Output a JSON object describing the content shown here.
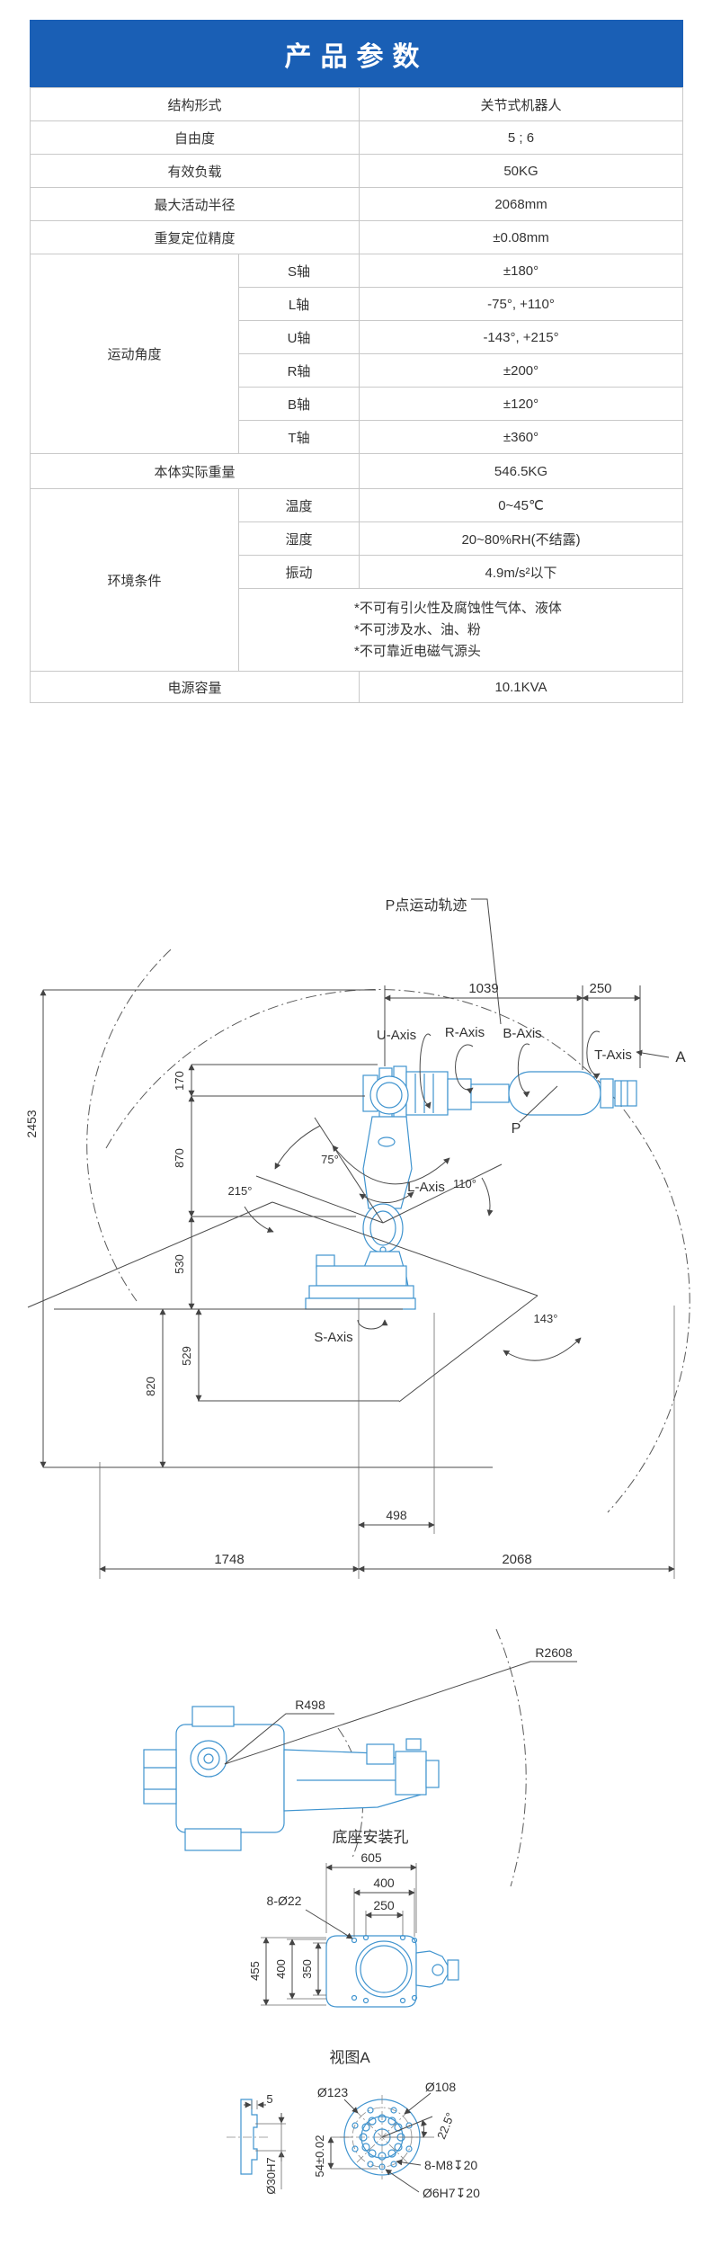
{
  "colors": {
    "header_blue": "#1a5fb5",
    "robot_blue": "#4094cf",
    "line_gray": "#4a4a4a",
    "table_border": "#c9c9c9"
  },
  "table": {
    "title": "产品参数",
    "rows": [
      {
        "label": "结构形式",
        "value": "关节式机器人"
      },
      {
        "label": "自由度",
        "value": "5 ; 6"
      },
      {
        "label": "有效负载",
        "value": "50KG"
      },
      {
        "label": "最大活动半径",
        "value": "2068mm"
      },
      {
        "label": "重复定位精度",
        "value": "±0.08mm"
      }
    ],
    "motion": {
      "label": "运动角度",
      "rows": [
        {
          "axis": "S轴",
          "value": "±180°"
        },
        {
          "axis": "L轴",
          "value": "-75°, +110°"
        },
        {
          "axis": "U轴",
          "value": "-143°, +215°"
        },
        {
          "axis": "R轴",
          "value": "±200°"
        },
        {
          "axis": "B轴",
          "value": "±120°"
        },
        {
          "axis": "T轴",
          "value": "±360°"
        }
      ]
    },
    "weight": {
      "label": "本体实际重量",
      "value": "546.5KG"
    },
    "environment": {
      "label": "环境条件",
      "rows": [
        {
          "axis": "温度",
          "value": "0~45℃"
        },
        {
          "axis": "湿度",
          "value": "20~80%RH(不结露)"
        },
        {
          "axis": "振动",
          "value": "4.9m/s²以下"
        }
      ],
      "notes": [
        "*不可有引火性及腐蚀性气体、液体",
        "*不可涉及水、油、粉",
        "*不可靠近电磁气源头"
      ]
    },
    "power": {
      "label": "电源容量",
      "value": "10.1KVA"
    }
  },
  "front_view": {
    "trajectory_label": "P点运动轨迹",
    "axis_labels": {
      "u": "U-Axis",
      "r": "R-Axis",
      "b": "B-Axis",
      "t": "T-Axis",
      "l": "L-Axis",
      "s": "S-Axis"
    },
    "point_label": "P",
    "section_label": "A",
    "dims": {
      "d1039": "1039",
      "d250": "250",
      "d170": "170",
      "d870": "870",
      "d530": "530",
      "d529": "529",
      "d820": "820",
      "d2453": "2453",
      "d498": "498",
      "d1748": "1748",
      "d2068": "2068"
    },
    "angles": {
      "a75": "75°",
      "a110": "110°",
      "a215": "215°",
      "a143": "143°"
    }
  },
  "top_view": {
    "r_small": "R498",
    "r_large": "R2608"
  },
  "base_view": {
    "title": "底座安装孔",
    "dims": {
      "w605": "605",
      "w400": "400",
      "w250": "250",
      "holes": "8-Ø22",
      "h455": "455",
      "h400": "400",
      "h350": "350"
    }
  },
  "view_a": {
    "title": "视图A",
    "dims": {
      "step": "5",
      "bore": "Ø30H7",
      "outer_dia": "Ø123",
      "bolt_circle": "Ø108",
      "angle": "22.5°",
      "offset": "54±0.02",
      "tapped_holes": "8-M8↧20",
      "dowel_hole": "Ø6H7↧20"
    }
  }
}
